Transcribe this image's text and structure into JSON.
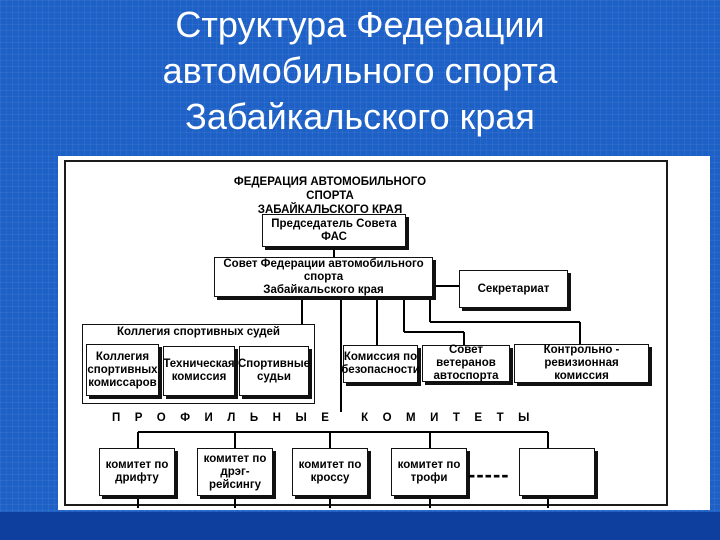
{
  "slide": {
    "title_lines": [
      "Структура Федерации",
      "автомобильного спорта",
      "Забайкальского края"
    ]
  },
  "chart": {
    "heading": [
      "ФЕДЕРАЦИЯ АВТОМОБИЛЬНОГО СПОРТА",
      "ЗАБАЙКАЛЬСКОГО КРАЯ"
    ],
    "chairman": "Председатель Совета ФАС",
    "council": [
      "Совет Федерации автомобильного спорта",
      "Забайкальского края"
    ],
    "secretariat": "Секретариат",
    "judges_board": {
      "label": "Коллегия спортивных судей",
      "items": [
        [
          "Коллегия",
          "спортивных",
          "комиссаров"
        ],
        [
          "Техническая",
          "комиссия"
        ],
        [
          "Спортивные",
          "судьи"
        ]
      ]
    },
    "commissions": [
      [
        "Комиссия по",
        "безопасности"
      ],
      [
        "Совет ветеранов",
        "автоспорта"
      ],
      [
        "Контрольно - ревизионная",
        "комиссия"
      ]
    ],
    "profile_committees_label": "ПРОФИЛЬНЫЕ КОМИТЕТЫ",
    "committees": [
      [
        "комитет по",
        "дрифту"
      ],
      [
        "комитет по",
        "дрэг-рейсингу"
      ],
      [
        "комитет по",
        "кроссу"
      ],
      [
        "комитет по",
        "трофи"
      ],
      [
        "",
        ""
      ]
    ],
    "more_marker": "-----"
  }
}
